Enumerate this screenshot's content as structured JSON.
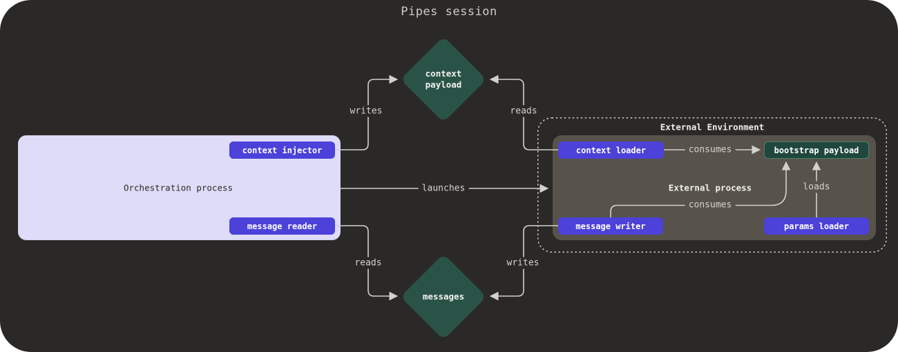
{
  "title": "Pipes session",
  "colors": {
    "canvas_bg": "#2b2927",
    "accent_purple": "#4c41d9",
    "diamond_teal": "#2a5348",
    "bootstrap_teal": "#1f473c",
    "orchestration_lavender": "#dedcf8",
    "external_process_gray": "#57534b",
    "edge_line": "#d3d1ce"
  },
  "groups": {
    "orchestration": {
      "label": "Orchestration process"
    },
    "external_environment": {
      "label": "External Environment"
    },
    "external_process": {
      "label": "External process"
    }
  },
  "nodes": {
    "context_injector": {
      "label": "context injector"
    },
    "message_reader": {
      "label": "message reader"
    },
    "context_loader": {
      "label": "context loader"
    },
    "bootstrap_payload": {
      "label": "bootstrap payload"
    },
    "message_writer": {
      "label": "message writer"
    },
    "params_loader": {
      "label": "params loader"
    },
    "context_payload": {
      "label": "context\npayload"
    },
    "messages": {
      "label": "messages"
    }
  },
  "edges": {
    "writes_top": {
      "from": "context injector",
      "to": "context payload",
      "label": "writes"
    },
    "reads_top": {
      "from": "context loader",
      "to": "context payload",
      "label": "reads"
    },
    "launches": {
      "from": "Orchestration process",
      "to": "External process",
      "label": "launches"
    },
    "reads_bottom": {
      "from": "message reader",
      "to": "messages",
      "label": "reads"
    },
    "writes_bottom": {
      "from": "message writer",
      "to": "messages",
      "label": "writes"
    },
    "consumes_top": {
      "from": "context loader",
      "to": "bootstrap payload",
      "label": "consumes"
    },
    "consumes_bottom": {
      "from": "message writer",
      "to": "bootstrap payload",
      "label": "consumes"
    },
    "loads": {
      "from": "params loader",
      "to": "bootstrap payload",
      "label": "loads"
    }
  }
}
